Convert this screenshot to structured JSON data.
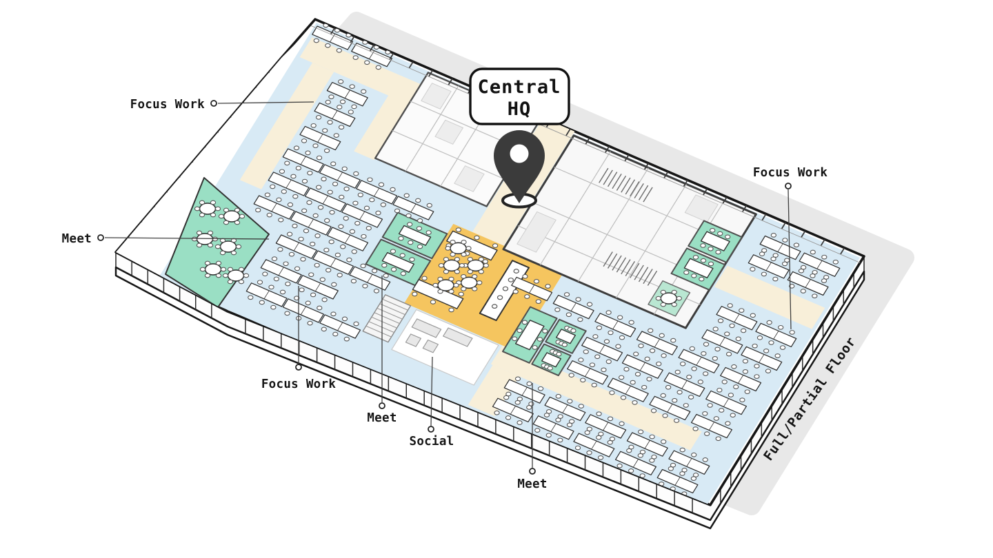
{
  "callout": {
    "line1": "Central",
    "line2": "HQ"
  },
  "annotations": [
    {
      "id": "focus-work-nw",
      "label": "Focus Work"
    },
    {
      "id": "meet-west",
      "label": "Meet"
    },
    {
      "id": "focus-work-sw",
      "label": "Focus Work"
    },
    {
      "id": "meet-south-left",
      "label": "Meet"
    },
    {
      "id": "social",
      "label": "Social"
    },
    {
      "id": "meet-south-right",
      "label": "Meet"
    },
    {
      "id": "focus-work-ne",
      "label": "Focus Work"
    },
    {
      "id": "floor-tag",
      "label": "Full/Partial Floor"
    }
  ],
  "colors": {
    "shadow": "#e8e8e8",
    "ink": "#161616",
    "pin": "#3b3b3b",
    "focus_zone": "#d8eaf5",
    "meet_zone": "#9adfc4",
    "meet_zone_light": "#b9e7d2",
    "social_zone": "#f5c55f",
    "circulation": "#f8efd9",
    "core_line": "#bdbdbd",
    "furniture_line": "#2e2e2e"
  }
}
